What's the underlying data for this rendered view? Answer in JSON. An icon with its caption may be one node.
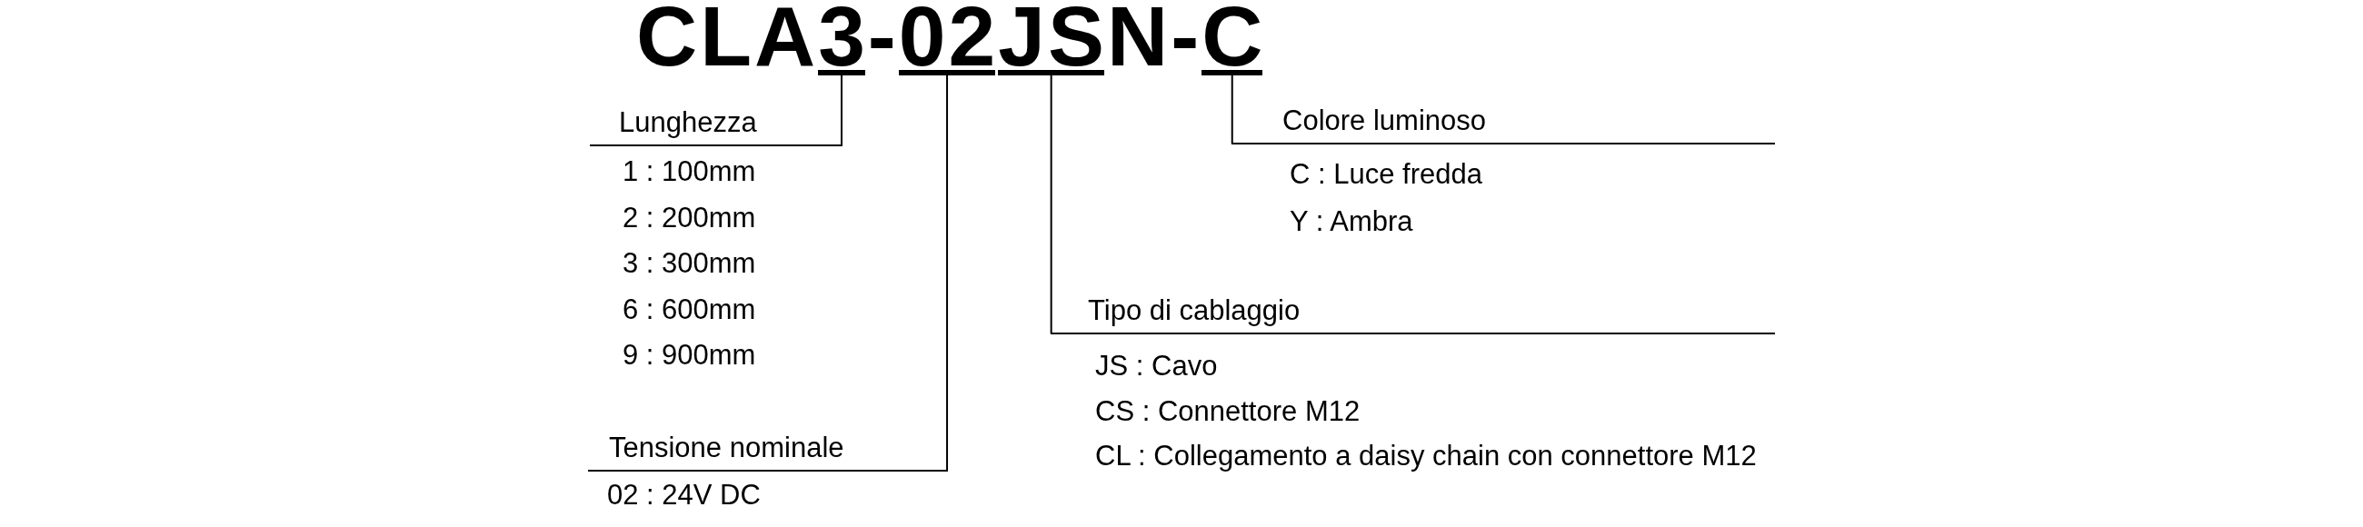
{
  "diagram": {
    "title": "CLA3-02JSN-C",
    "nodes": [
      {
        "text": [],
        "shape": "bar"
      },
      {
        "text": [],
        "shape": "bar"
      },
      {
        "text": [],
        "shape": "bar"
      },
      {
        "text": [],
        "shape": "bar"
      },
      {
        "text": [
          "Lunghezza"
        ],
        "beside": [
          "1 : 100mm",
          "2 : 200mm",
          "3 : 300mm",
          "6 : 600mm",
          "9 : 900mm"
        ]
      },
      {
        "text": [
          "Colore luminoso"
        ],
        "beside": [
          "C : Luce fredda",
          "Y : Ambra"
        ]
      },
      {
        "text": [
          "Tipo di cablaggio"
        ],
        "beside": [
          "JS : Cavo",
          "CS : Connettore M12",
          "CL : Collegamento a daisy chain con connettore M12"
        ]
      },
      {
        "text": [
          "Tensione nominale"
        ],
        "beside": [
          "02 : 24V DC"
        ]
      }
    ],
    "edges": [
      {
        "from": 4,
        "to": 0,
        "arrow": "none"
      },
      {
        "from": 5,
        "to": 3,
        "arrow": "none"
      },
      {
        "from": 6,
        "to": 2,
        "arrow": "none"
      },
      {
        "from": 7,
        "to": 1,
        "arrow": "none"
      }
    ]
  }
}
